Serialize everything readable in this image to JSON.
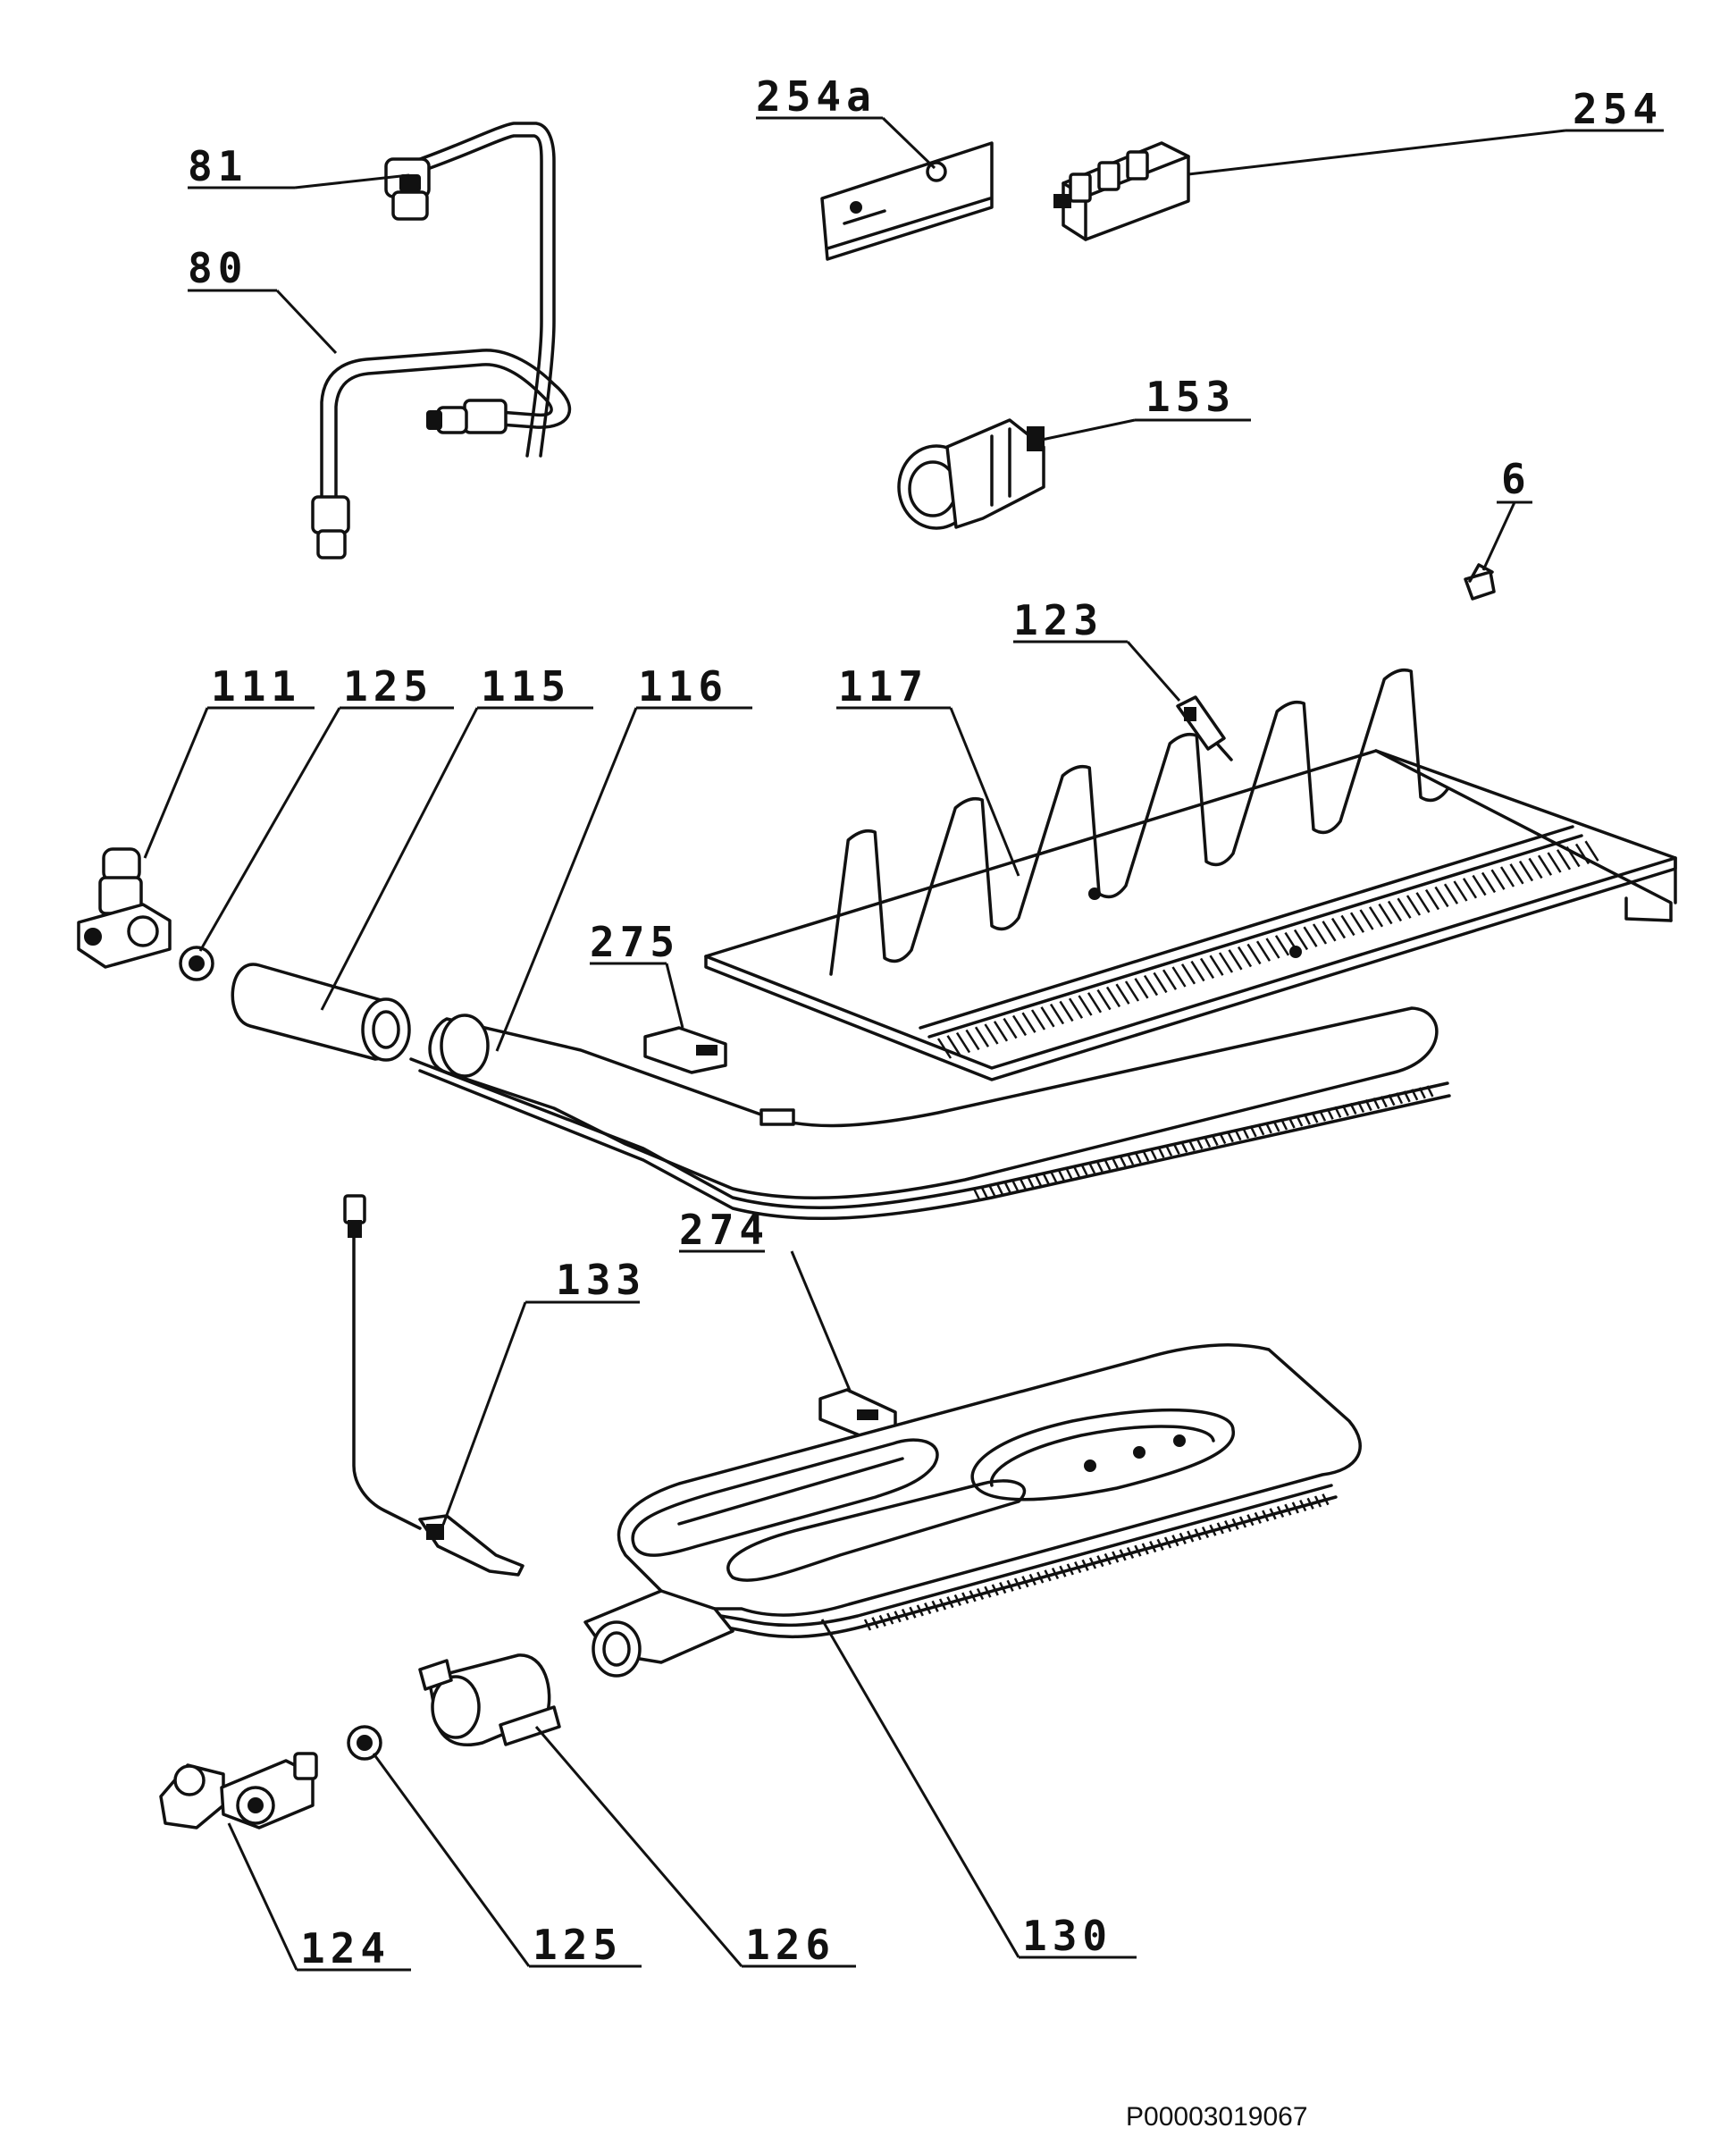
{
  "labels": {
    "l81": "81",
    "l80": "80",
    "l254a": "254a",
    "l254": "254",
    "l153": "153",
    "l6": "6",
    "l123": "123",
    "l111": "111",
    "l125_top": "125",
    "l115": "115",
    "l116": "116",
    "l117": "117",
    "l275": "275",
    "l274": "274",
    "l133": "133",
    "l124": "124",
    "l125_bottom": "125",
    "l126": "126",
    "l130": "130"
  },
  "document_id": "P00003019067"
}
